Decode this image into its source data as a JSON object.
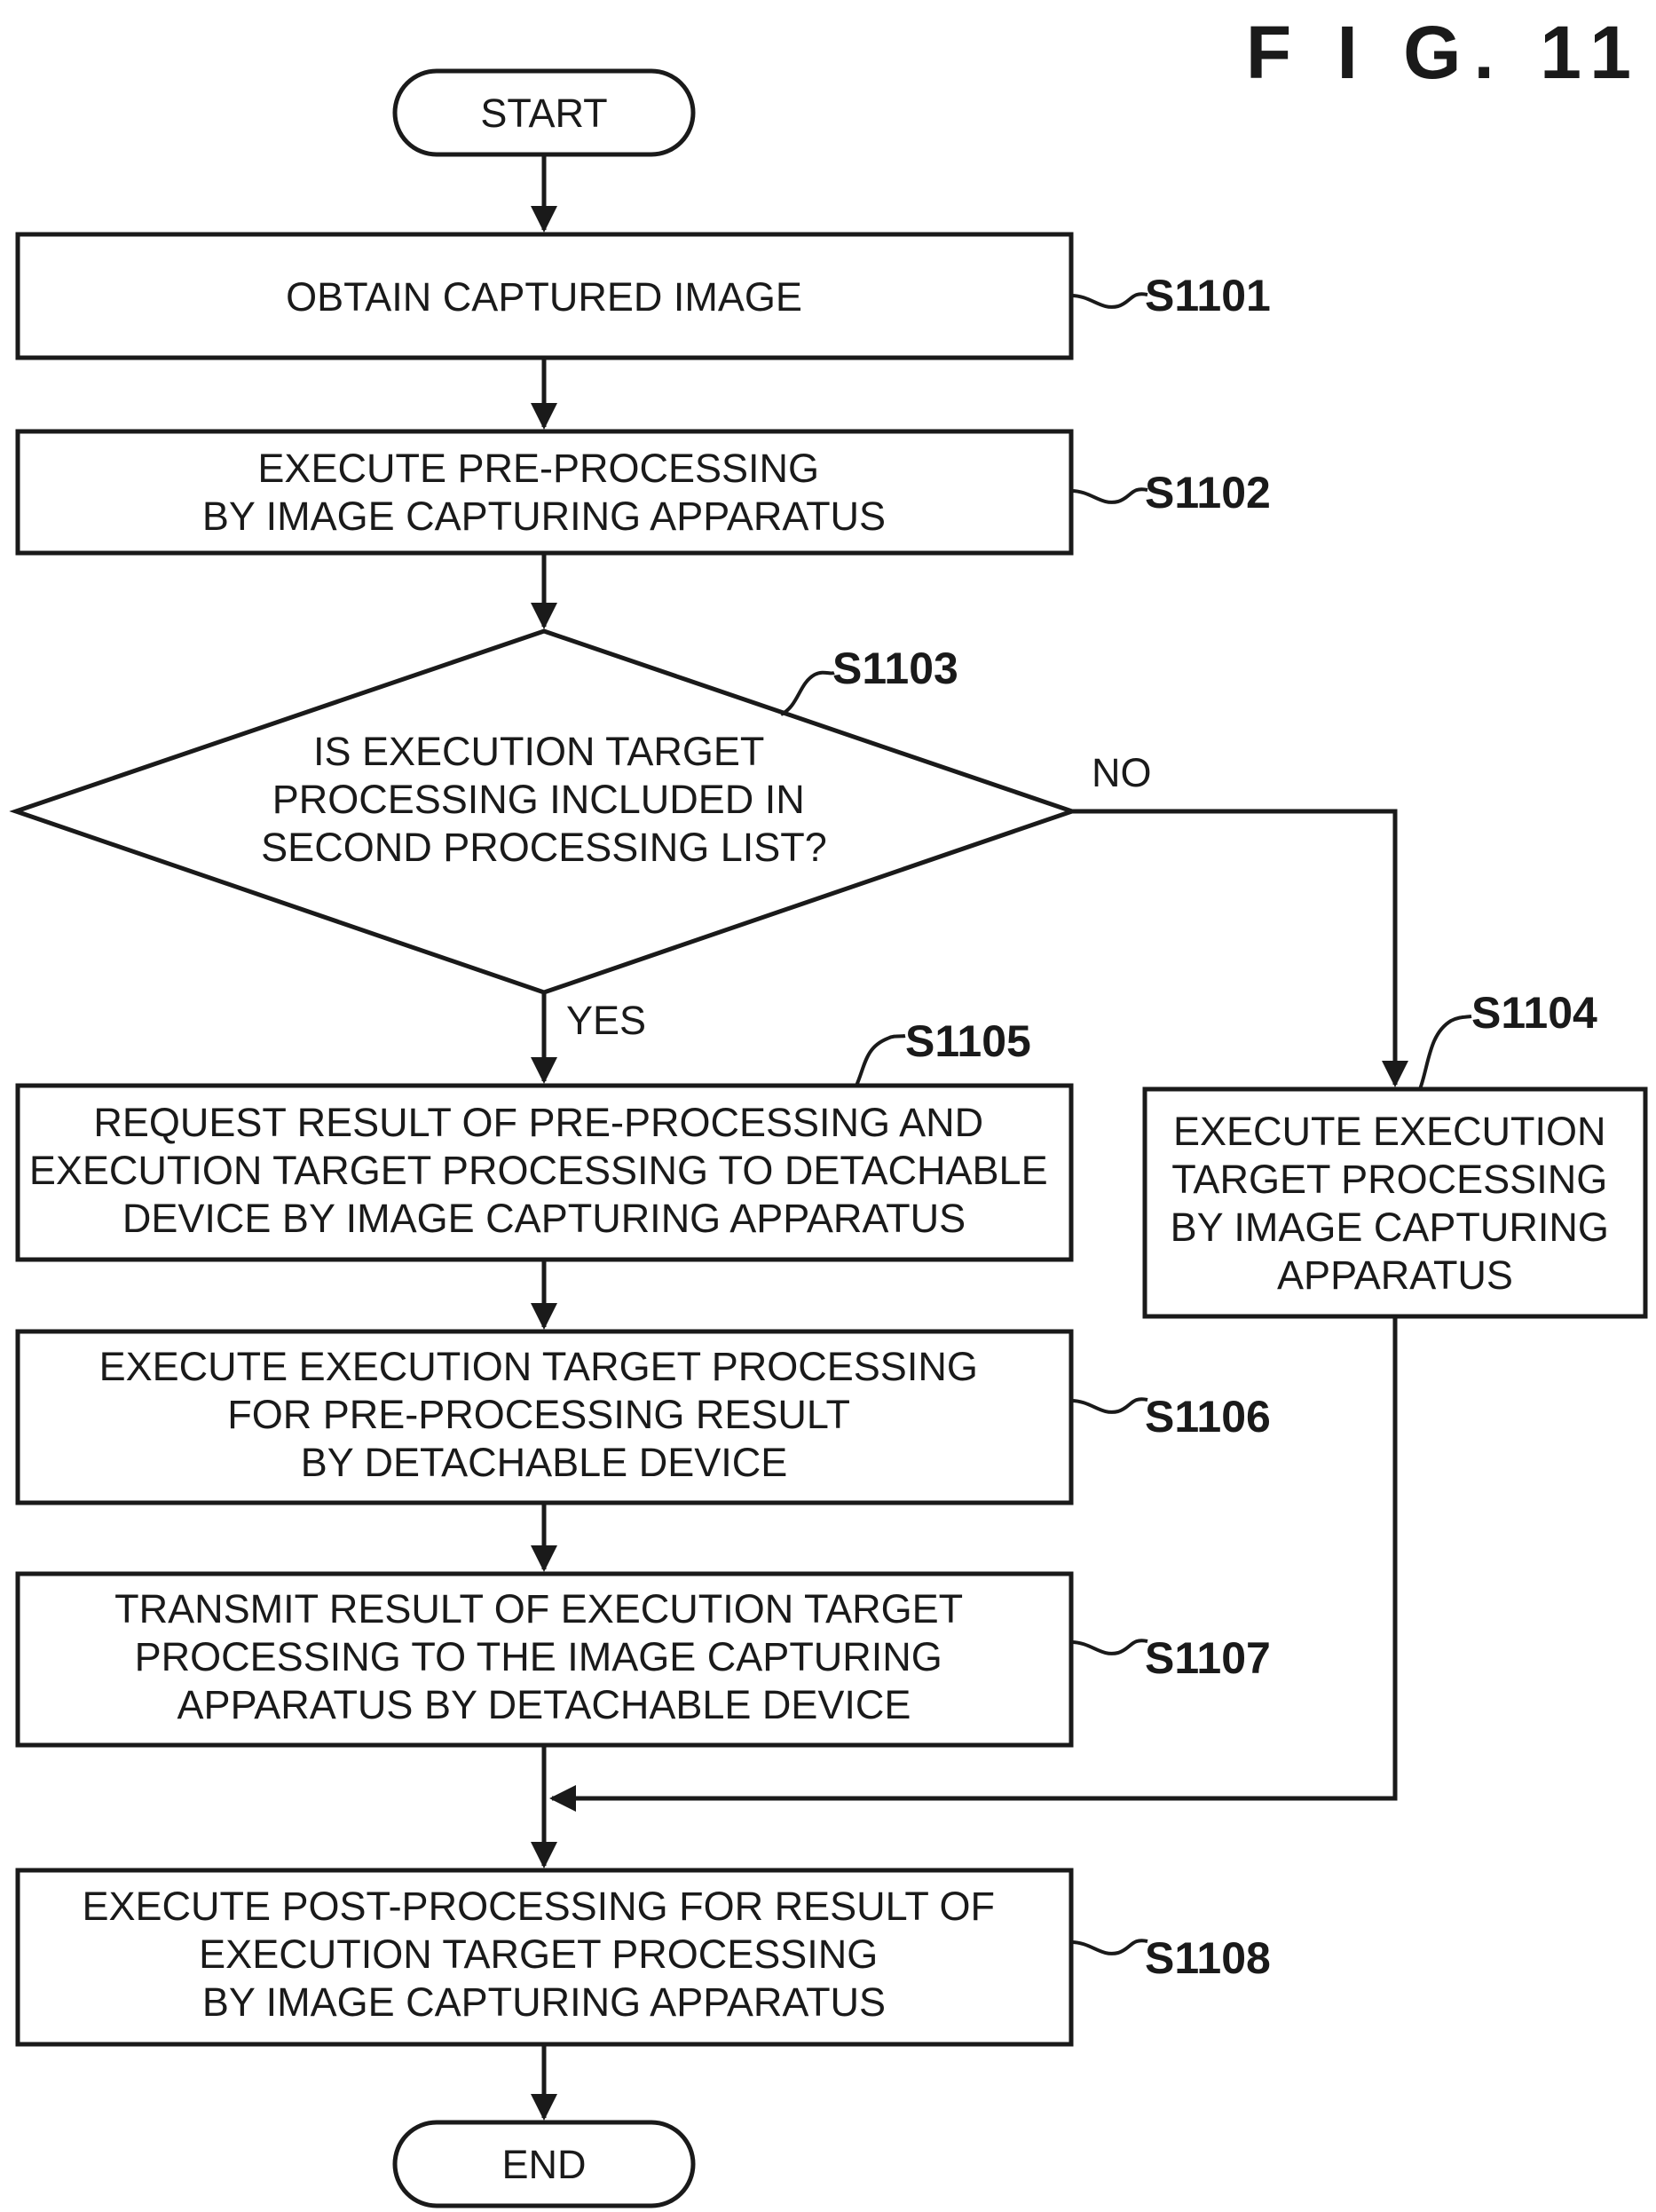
{
  "figure_label": "F I G. 11",
  "terminals": {
    "start": "START",
    "end": "END"
  },
  "steps": {
    "s1101": {
      "id": "S1101",
      "lines": [
        "OBTAIN CAPTURED IMAGE"
      ]
    },
    "s1102": {
      "id": "S1102",
      "lines": [
        "EXECUTE PRE-PROCESSING",
        "BY IMAGE CAPTURING APPARATUS"
      ]
    },
    "s1103": {
      "id": "S1103",
      "lines": [
        "IS EXECUTION TARGET",
        "PROCESSING INCLUDED IN",
        "SECOND PROCESSING LIST?"
      ]
    },
    "s1104": {
      "id": "S1104",
      "lines": [
        "EXECUTE EXECUTION",
        "TARGET PROCESSING",
        "BY IMAGE CAPTURING",
        "APPARATUS"
      ]
    },
    "s1105": {
      "id": "S1105",
      "lines": [
        "REQUEST RESULT OF PRE-PROCESSING AND",
        "EXECUTION TARGET PROCESSING TO DETACHABLE",
        "DEVICE BY IMAGE CAPTURING APPARATUS"
      ]
    },
    "s1106": {
      "id": "S1106",
      "lines": [
        "EXECUTE EXECUTION TARGET PROCESSING",
        "FOR PRE-PROCESSING RESULT",
        "BY DETACHABLE DEVICE"
      ]
    },
    "s1107": {
      "id": "S1107",
      "lines": [
        "TRANSMIT RESULT OF EXECUTION TARGET",
        "PROCESSING TO THE IMAGE CAPTURING",
        "APPARATUS BY DETACHABLE DEVICE"
      ]
    },
    "s1108": {
      "id": "S1108",
      "lines": [
        "EXECUTE POST-PROCESSING FOR RESULT OF",
        "EXECUTION TARGET PROCESSING",
        "BY IMAGE CAPTURING APPARATUS"
      ]
    }
  },
  "branches": {
    "yes": "YES",
    "no": "NO"
  }
}
